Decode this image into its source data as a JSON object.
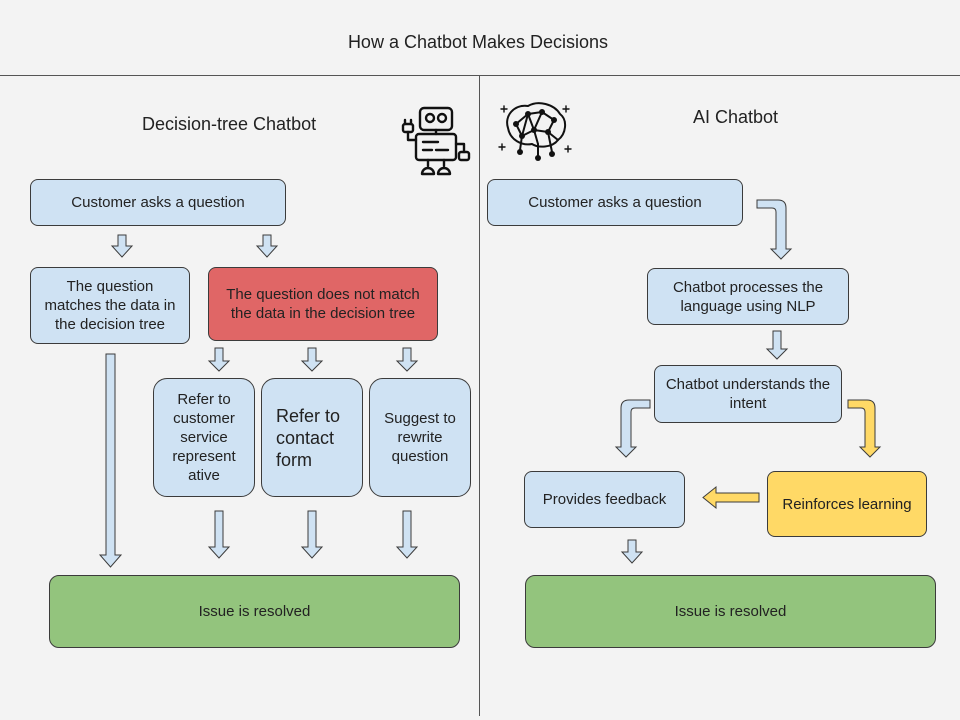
{
  "page_title": "How a Chatbot Makes Decisions",
  "left": {
    "heading": "Decision-tree Chatbot",
    "ask": "Customer asks a question",
    "matches": "The question matches the data in the decision tree",
    "no_match": "The question does not match the data in the decision tree",
    "refer_rep": "Refer to customer service represent ative",
    "refer_form": "Refer to contact form",
    "suggest": "Suggest to rewrite question",
    "resolved": "Issue is resolved"
  },
  "right": {
    "heading": "AI Chatbot",
    "ask": "Customer asks a question",
    "process": "Chatbot processes the language using NLP",
    "understand": "Chatbot understands the intent",
    "feedback": "Provides feedback",
    "reinforce": "Reinforces learning",
    "resolved": "Issue is resolved"
  },
  "colors": {
    "box_blue": "#cfe2f3",
    "box_red": "#e06666",
    "box_green": "#93c47d",
    "box_yellow": "#ffd966"
  }
}
